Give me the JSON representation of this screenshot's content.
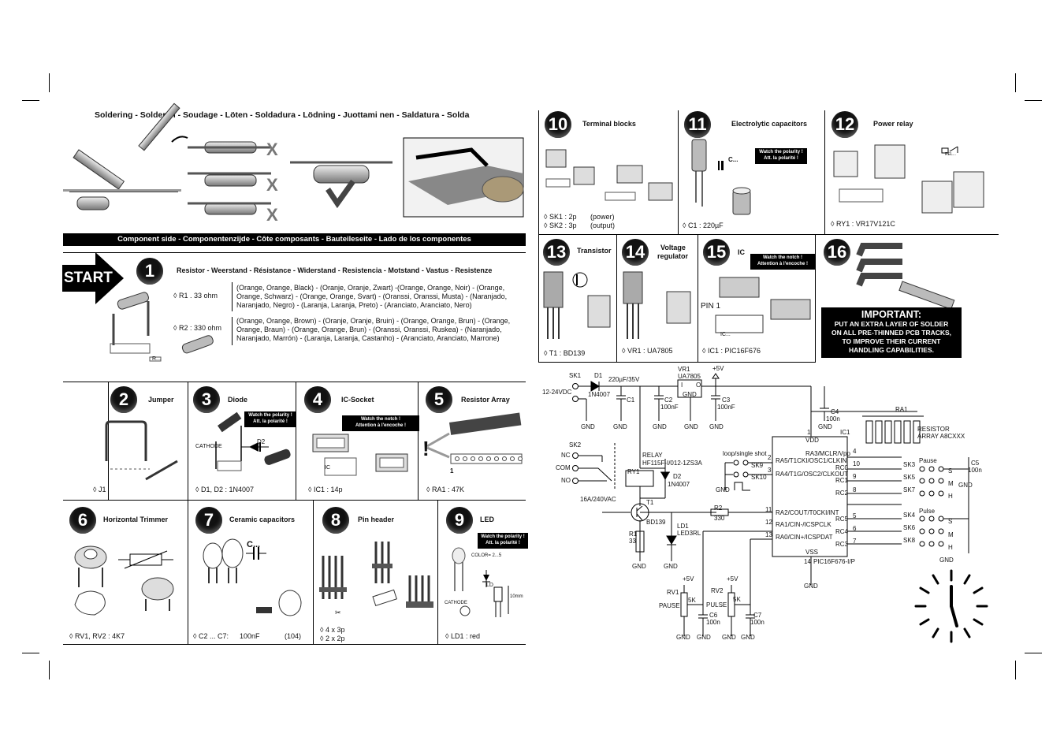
{
  "soldering_title": "Soldering - Solderen - Soudage - Löten - Soldadura - Lödning - Juottami nen - Saldatura - Solda",
  "component_side": "Component side - Componentenzijde - Côte composants - Bauteileseite - Lado de los componentes",
  "start_label": "START",
  "step1": {
    "num": "1",
    "title": "Resistor - Weerstand - Résistance - Widerstand - Resistencia - Motstand - Vastus - Resistenze",
    "r1_label": "◊ R1 . 33 ohm",
    "r1_colors": "(Orange, Orange, Black) - (Oranje, Oranje, Zwart) -(Orange, Orange, Noir) - (Orange, Orange, Schwarz) - (Orange, Orange, Svart) - (Oranssi, Oranssi, Musta) - (Naranjado, Naranjado, Negro) - (Laranja, Laranja, Preto) - (Aranciato, Aranciato, Nero)",
    "r2_label": "◊ R2 : 330 ohm",
    "r2_colors": "(Orange, Orange, Brown) - (Oranje, Oranje, Bruin) - (Orange, Orange, Brun) - (Orange, Orange, Braun) - (Orange, Orange, Brun) - (Oranssi, Oranssi, Ruskea) - (Naranjado, Naranjado, Marrón) - (Laranja, Laranja, Castanho) - (Aranciato, Aranciato, Marrone)",
    "r_mark": "R..."
  },
  "step2": {
    "num": "2",
    "title": "Jumper",
    "item": "◊ J1"
  },
  "step3": {
    "num": "3",
    "title": "Diode",
    "badge1": "Watch the polarity !",
    "badge2": "Att. la polarité !",
    "cathode": "CATHODE",
    "d2": "D2",
    "item": "◊ D1, D2 : 1N4007"
  },
  "step4": {
    "num": "4",
    "title": "IC-Socket",
    "badge1": "Watch the notch !",
    "badge2": "Attention à l'encoche !",
    "ic": "IC",
    "item": "◊ IC1 : 14p"
  },
  "step5": {
    "num": "5",
    "title": "Resistor Array",
    "pin1": "1",
    "excl": "!",
    "item": "◊ RA1 : 47K"
  },
  "step6": {
    "num": "6",
    "title": "Horizontal Trimmer",
    "item": "◊ RV1, RV2 : 4K7"
  },
  "step7": {
    "num": "7",
    "title": "Ceramic capacitors",
    "cmark": "C...",
    "item": "◊ C2 ... C7:",
    "value": "100nF",
    "code": "(104)"
  },
  "step8": {
    "num": "8",
    "title": "Pin header",
    "item1": "◊ 4 x 3p",
    "item2": "◊ 2 x 2p"
  },
  "step9": {
    "num": "9",
    "title": "LED",
    "badge1": "Watch the polarity !",
    "badge2": "Att. la polarité !",
    "color": "COLOR= 2...5",
    "ld": "LD",
    "cathode": "CATHODE",
    "mm": "10mm",
    "item": "◊ LD1 : red"
  },
  "step10": {
    "num": "10",
    "title": "Terminal blocks",
    "item1": "◊ SK1 : 2p",
    "item1b": "(power)",
    "item2": "◊ SK2 : 3p",
    "item2b": "(output)"
  },
  "step11": {
    "num": "11",
    "title": "Electrolytic capacitors",
    "badge1": "Watch the polarity !",
    "badge2": "Att. la polarité !",
    "cmark": "C...",
    "item": "◊ C1 : 220µF"
  },
  "step12": {
    "num": "12",
    "title": "Power relay",
    "rel": "REL...",
    "item": "◊ RY1 : VR17V121C"
  },
  "step13": {
    "num": "13",
    "title": "Transistor",
    "item": "◊ T1 : BD139"
  },
  "step14": {
    "num": "14",
    "title1": "Voltage",
    "title2": "regulator",
    "item": "◊ VR1 : UA7805"
  },
  "step15": {
    "num": "15",
    "title": "IC",
    "badge1": "Watch the notch !",
    "badge2": "Attention à l'encoche !",
    "pin": "PIN 1",
    "ic": "IC...",
    "item": "◊ IC1 : PIC16F676"
  },
  "step16": {
    "num": "16",
    "important": "IMPORTANT:",
    "line1": "PUT AN EXTRA LAYER OF SOLDER",
    "line2": "ON ALL PRE-THINNED PCB TRACKS,",
    "line3": "TO IMPROVE THEIR CURRENT",
    "line4": "HANDLING CAPABILITIES."
  },
  "schematic": {
    "sk1": "SK1",
    "d1": "D1",
    "d1v": "1N4007",
    "vin": "12-24VDC",
    "c1v": "220µF/35V",
    "c1": "C1",
    "vr1": "VR1",
    "vr1v": "UA7805",
    "i": "I",
    "o": "O",
    "gnd": "GND",
    "plus5": "+5V",
    "c2": "C2",
    "c2v": "100nF",
    "c3": "C3",
    "c3v": "100nF",
    "c4": "C4",
    "c4v": "100n",
    "ic1": "IC1",
    "vdd": "VDD",
    "vss": "VSS",
    "ra1": "RA1",
    "ra1v1": "RESISTOR",
    "ra1v2": "ARRAY A8CXXX",
    "sk2": "SK2",
    "nc": "NC",
    "com": "COM",
    "no": "NO",
    "relay": "RELAY",
    "relayv": "HF115F-I/012-1ZS3A",
    "ry1": "RY1",
    "d2": "D2",
    "d2v": "1N4007",
    "rating": "16A/240VAC",
    "loop": "loop/single shot",
    "sk9": "SK9",
    "sk10": "SK10",
    "pin_ra5": "RA5/T1CKI/OSC1/CLKIN",
    "pin_ra4": "RA4/T1G/OSC2/CLKOUT",
    "pin_ra3": "RA3/MCLR/Vpp",
    "pin_rc0": "RC0",
    "pin_rc1": "RC1",
    "pin_rc2": "RC2",
    "pin_ra2": "RA2/COUT/T0CKI/INT",
    "pin_ra1": "RA1/CIN-/ICSPCLK",
    "pin_ra0": "RA0/CIN+/ICSPDAT",
    "pin_rc5": "RC5",
    "pin_rc4": "RC4",
    "pin_rc3": "RC3",
    "n1": "1",
    "n2": "2",
    "n3": "3",
    "n4": "4",
    "n10": "10",
    "n9": "9",
    "n8": "8",
    "n11": "11",
    "n12": "12",
    "n13": "13",
    "n5": "5",
    "n6": "6",
    "n7": "7",
    "n14": "14",
    "icpart": "PIC16F676-I/P",
    "t1": "T1",
    "t1v": "BD139",
    "r1": "R1",
    "r1v": "33",
    "r2": "R2",
    "r2v": "330",
    "ld1": "LD1",
    "ld1v": "LED3RL",
    "sk3": "SK3",
    "sk5": "SK5",
    "sk7": "SK7",
    "sk4": "SK4",
    "sk6": "SK6",
    "sk8": "SK8",
    "pause": "Pause",
    "pulse": "Pulse",
    "s": "S",
    "m": "M",
    "h": "H",
    "c5": "C5",
    "c5v": "100n",
    "rv1": "RV1",
    "rv2": "RV2",
    "pause_cap": "PAUSE",
    "pulse_cap": "PULSE",
    "rv5k": "5K",
    "c6": "C6",
    "c6v": "100n",
    "c7": "C7",
    "c7v": "100n"
  }
}
